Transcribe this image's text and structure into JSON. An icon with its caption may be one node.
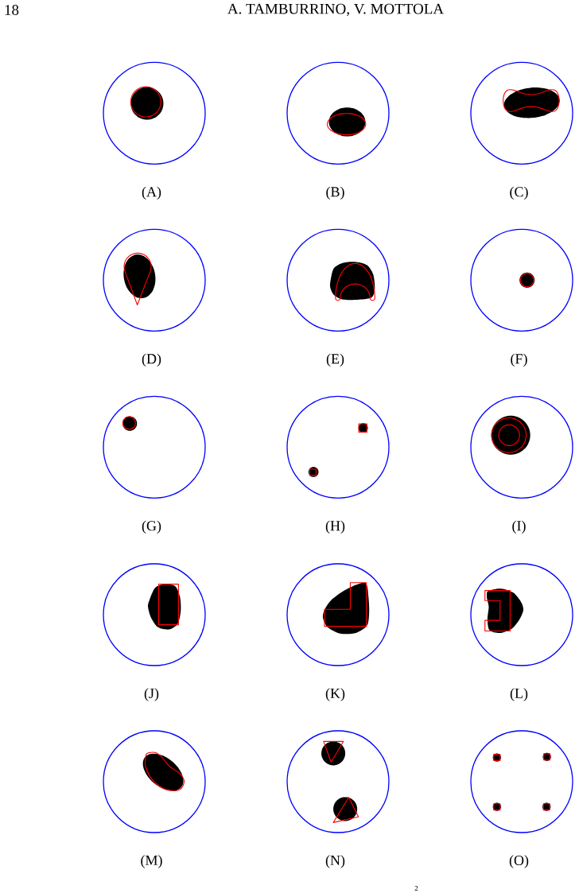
{
  "diagram": {
    "nodes": [
      {
        "text": [
          "(A)"
        ]
      },
      {
        "text": [
          "(B)"
        ]
      },
      {
        "text": [
          "(C)"
        ]
      },
      {
        "text": [
          "(D)"
        ]
      },
      {
        "text": [
          "(E)"
        ]
      },
      {
        "text": [
          "(F)"
        ]
      },
      {
        "text": [
          "(G)"
        ]
      },
      {
        "text": [
          "(H)"
        ]
      },
      {
        "text": [
          "(I)"
        ]
      },
      {
        "text": [
          "(J)"
        ]
      },
      {
        "text": [
          "(K)"
        ]
      },
      {
        "text": [
          "(L)"
        ]
      },
      {
        "text": [
          "(M)"
        ]
      },
      {
        "text": [
          "(N)"
        ]
      },
      {
        "text": [
          "(O)"
        ]
      }
    ],
    "labels": [
      "18",
      "A. TAMBURRINO, V. MOTTOLA",
      "2"
    ]
  }
}
